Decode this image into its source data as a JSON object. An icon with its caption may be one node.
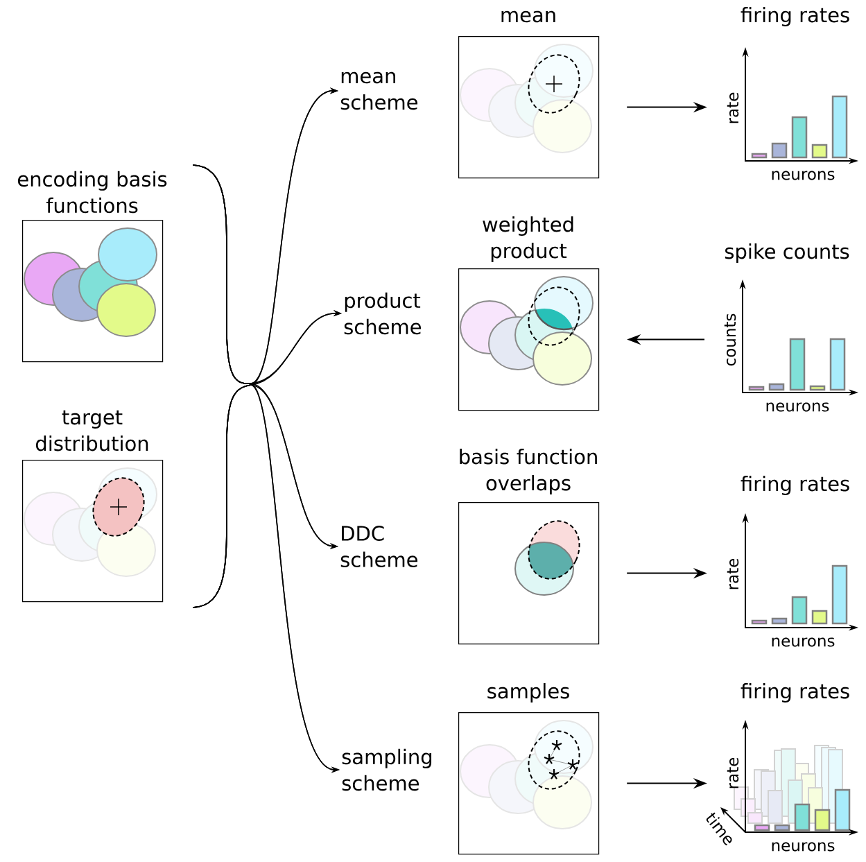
{
  "diagram": {
    "nodes": [
      {
        "text": [
          "encoding basis functions"
        ]
      },
      {
        "text": [
          "target distribution"
        ]
      },
      {
        "text": [
          "mean scheme"
        ]
      },
      {
        "text": [
          "product scheme"
        ]
      },
      {
        "text": [
          "DDC scheme"
        ]
      },
      {
        "text": [
          "sampling scheme"
        ]
      },
      {
        "text": [
          "mean"
        ]
      },
      {
        "text": [
          "weighted product"
        ]
      },
      {
        "text": [
          "basis function overlaps"
        ]
      },
      {
        "text": [
          "samples"
        ]
      },
      {
        "text": [
          "firing rates",
          "rate",
          "neurons"
        ]
      },
      {
        "text": [
          "spike counts",
          "counts",
          "neurons"
        ]
      },
      {
        "text": [
          "firing rates",
          "rate",
          "neurons"
        ]
      },
      {
        "text": [
          "firing rates",
          "rate",
          "time",
          "neurons"
        ]
      }
    ],
    "edges": [
      {
        "from": 0,
        "to": 2,
        "arrow": "to"
      },
      {
        "from": 0,
        "to": 3,
        "arrow": "to"
      },
      {
        "from": 0,
        "to": 4,
        "arrow": "to"
      },
      {
        "from": 0,
        "to": 5,
        "arrow": "to"
      },
      {
        "from": 1,
        "to": 2,
        "arrow": "to"
      },
      {
        "from": 1,
        "to": 3,
        "arrow": "to"
      },
      {
        "from": 1,
        "to": 4,
        "arrow": "to"
      },
      {
        "from": 1,
        "to": 5,
        "arrow": "to"
      },
      {
        "from": 6,
        "to": 10,
        "arrow": "to"
      },
      {
        "from": 11,
        "to": 7,
        "arrow": "to"
      },
      {
        "from": 8,
        "to": 12,
        "arrow": "to"
      },
      {
        "from": 9,
        "to": 13,
        "arrow": "to"
      }
    ]
  }
}
